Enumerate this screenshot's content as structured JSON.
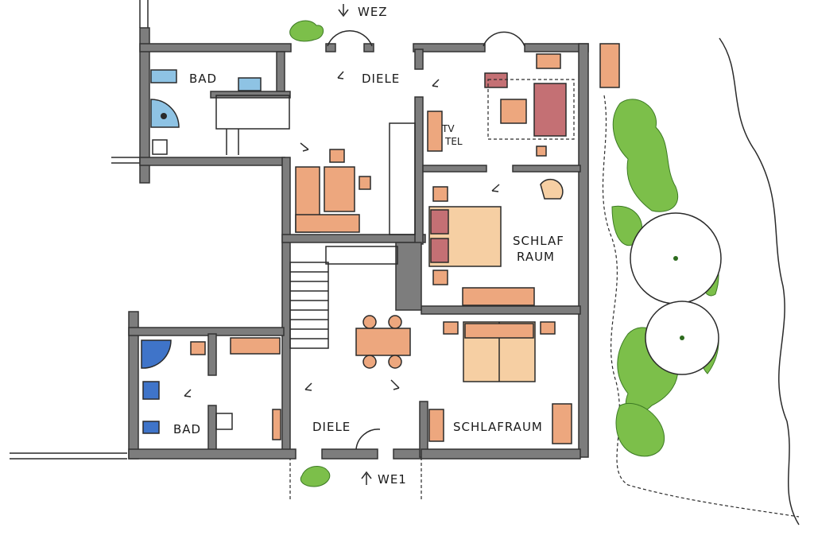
{
  "entrances": {
    "top": "WEZ",
    "bottom": "WE1"
  },
  "rooms": {
    "bad_top": "BAD",
    "diele_top": "DIELE",
    "tv_tel_1": "TV",
    "tv_tel_2": "TEL",
    "schlafraum_top_1": "SCHLAF",
    "schlafraum_top_2": "RAUM",
    "bad_bottom": "BAD",
    "diele_bottom": "DIELE",
    "schlafraum_bottom": "SCHLAFRAUM"
  },
  "colors": {
    "wall": "#7d7d7d",
    "furniture": "#eda77e",
    "furniture_light": "#f6cfa3",
    "furniture_dark": "#c47074",
    "sanitary": "#8ec3e4",
    "sanitary_dark": "#3f74c9",
    "vegetation": "#7cbf4a"
  }
}
